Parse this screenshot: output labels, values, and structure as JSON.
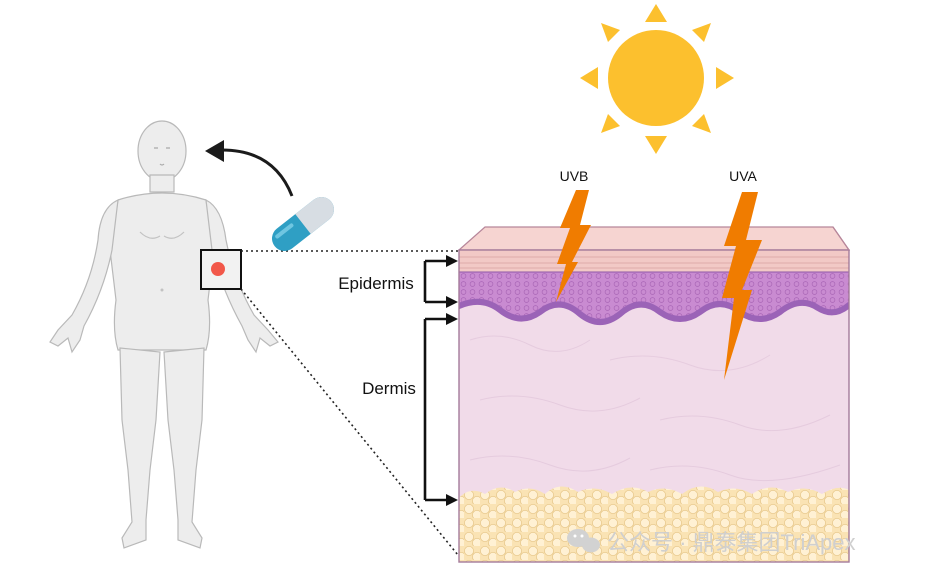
{
  "labels": {
    "uvb": "UVB",
    "uva": "UVA",
    "epidermis": "Epidermis",
    "dermis": "Dermis"
  },
  "watermark": {
    "text": "公众号 · 鼎泰集团TriApex",
    "icon": "wechat-icon"
  },
  "icons": {
    "sun": "sun-icon",
    "capsule": "capsule-icon",
    "curved_arrow": "curved-arrow-icon",
    "lightning_uvb": "lightning-bolt-icon",
    "lightning_uva": "lightning-bolt-icon",
    "human": "human-body-icon"
  },
  "colors": {
    "sun": "#fcc02e",
    "ray_bolt": "#f07c00",
    "skin_top": "#f2c9c6",
    "epidermis": "#c98bd1",
    "basal": "#9b63b7",
    "dermis": "#f1dbe9",
    "fat": "#fbe2ae",
    "body": "#ededed",
    "capsule_blue": "#2f9fc4"
  }
}
